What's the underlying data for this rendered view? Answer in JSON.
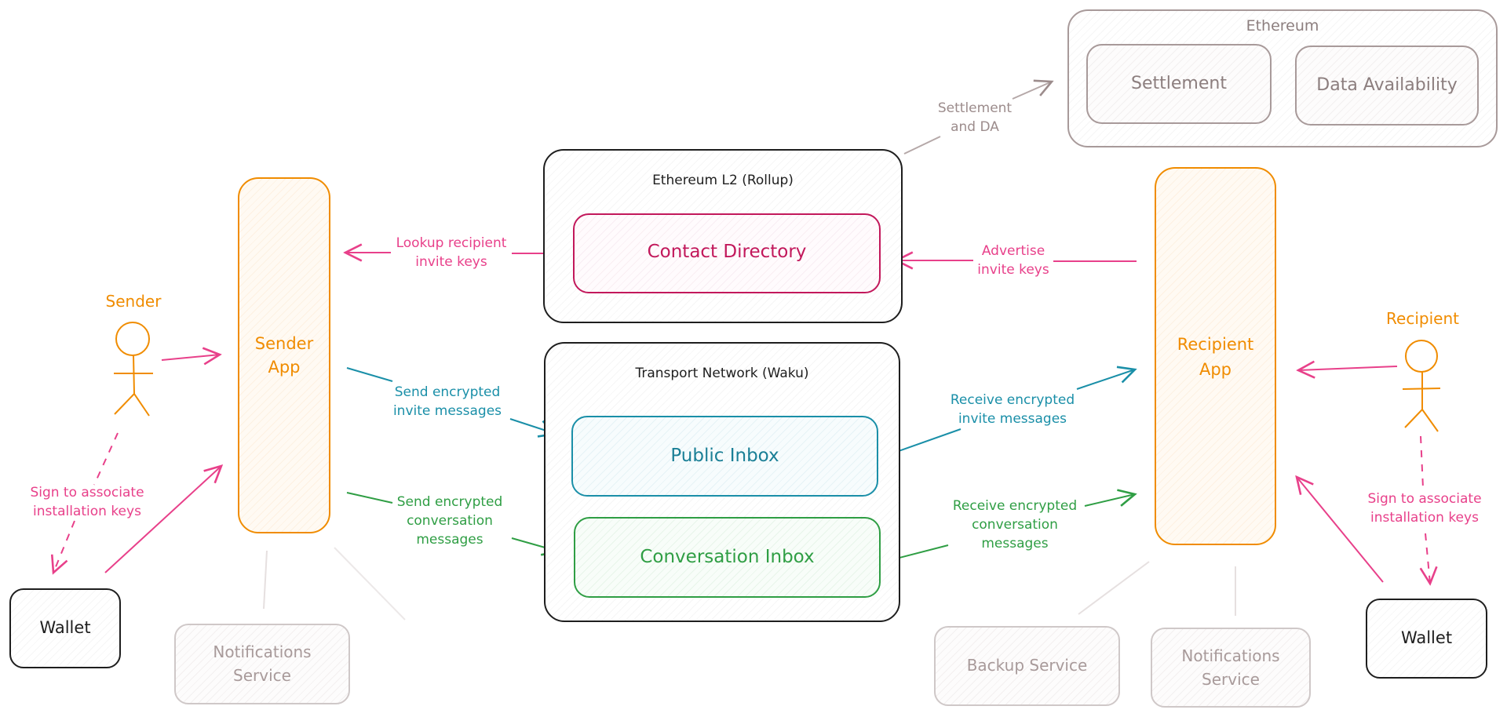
{
  "colors": {
    "pink": "#e8408a",
    "pink_dark": "#c2185b",
    "orange": "#f08c00",
    "teal": "#1a8fa8",
    "green": "#2f9e44",
    "gray": "#8c7e7e",
    "light_gray": "#cfc8c8",
    "black": "#1e1e1e"
  },
  "nodes": {
    "ethereum": {
      "title": "Ethereum",
      "settlement": "Settlement",
      "data_availability": "Data Availability"
    },
    "rollup": {
      "title": "Ethereum L2 (Rollup)",
      "contact_directory": "Contact Directory"
    },
    "transport": {
      "title": "Transport Network (Waku)",
      "public_inbox": "Public Inbox",
      "conversation_inbox": "Conversation Inbox"
    },
    "sender_app": {
      "line1": "Sender",
      "line2": "App"
    },
    "recipient_app": {
      "line1": "Recipient",
      "line2": "App"
    },
    "sender": {
      "label": "Sender"
    },
    "recipient": {
      "label": "Recipient"
    },
    "wallet_left": {
      "label": "Wallet"
    },
    "wallet_right": {
      "label": "Wallet"
    },
    "notifications_left": {
      "line1": "Notifications",
      "line2": "Service"
    },
    "notifications_right": {
      "line1": "Notifications",
      "line2": "Service"
    },
    "backup": {
      "label": "Backup Service"
    }
  },
  "edges": {
    "settlement_da": {
      "line1": "Settlement",
      "line2": "and DA"
    },
    "lookup": {
      "line1": "Lookup recipient",
      "line2": "invite keys"
    },
    "advertise": {
      "line1": "Advertise",
      "line2": "invite keys"
    },
    "send_invite": {
      "line1": "Send encrypted",
      "line2": "invite messages"
    },
    "send_conversation": {
      "line1": "Send encrypted",
      "line2": "conversation",
      "line3": "messages"
    },
    "receive_invite": {
      "line1": "Receive encrypted",
      "line2": "invite messages"
    },
    "receive_conversation": {
      "line1": "Receive encrypted",
      "line2": "conversation",
      "line3": "messages"
    },
    "sign_left": {
      "line1": "Sign to associate",
      "line2": "installation keys"
    },
    "sign_right": {
      "line1": "Sign to associate",
      "line2": "installation keys"
    }
  }
}
